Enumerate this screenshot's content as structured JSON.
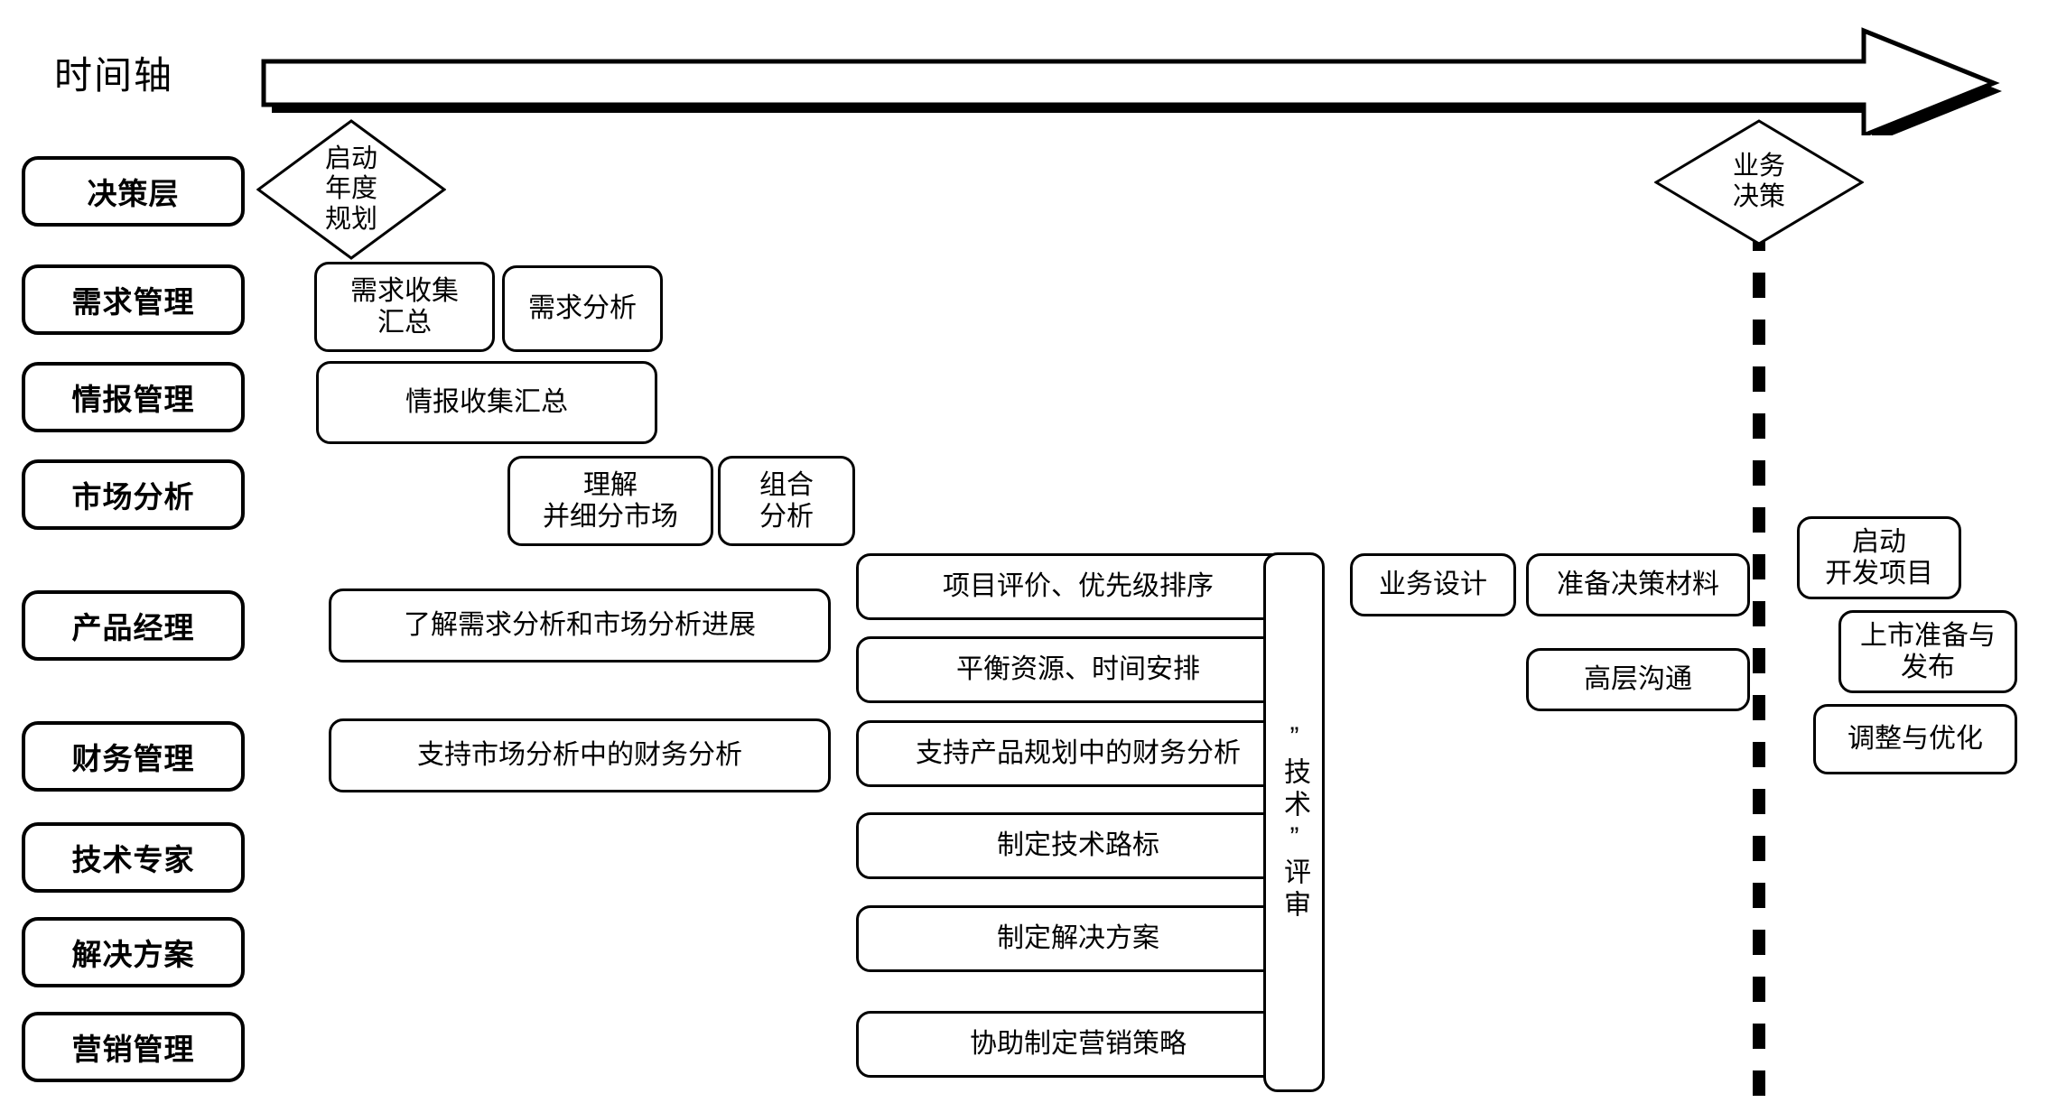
{
  "diagram": {
    "title_label": "时间轴",
    "timeline": {
      "arrow_name": "timeline-arrow-right"
    },
    "lanes": [
      {
        "id": "decision",
        "label": "决策层"
      },
      {
        "id": "demand",
        "label": "需求管理"
      },
      {
        "id": "intel",
        "label": "情报管理"
      },
      {
        "id": "market",
        "label": "市场分析"
      },
      {
        "id": "pm",
        "label": "产品经理"
      },
      {
        "id": "finance",
        "label": "财务管理"
      },
      {
        "id": "tech",
        "label": "技术专家"
      },
      {
        "id": "solution",
        "label": "解决方案"
      },
      {
        "id": "marketing",
        "label": "营销管理"
      }
    ],
    "milestones": [
      {
        "id": "annual-plan",
        "label": "启动\n年度\n规划"
      },
      {
        "id": "business-decision",
        "label": "业务\n决策"
      }
    ],
    "activities": {
      "demand_collect": "需求收集\n汇总",
      "demand_analysis": "需求分析",
      "intel_collect": "情报收集汇总",
      "understand_segment": "理解\n并细分市场",
      "portfolio_analysis": "组合\n分析",
      "know_progress": "了解需求分析和市场分析进展",
      "project_eval": "项目评价、优先级排序",
      "balance_resource": "平衡资源、时间安排",
      "finance_market": "支持市场分析中的财务分析",
      "finance_product": "支持产品规划中的财务分析",
      "tech_roadmap": "制定技术路标",
      "make_solution": "制定解决方案",
      "assist_marketing": "协助制定营销策略",
      "tech_review": "”技术”评审",
      "business_design": "业务设计",
      "prepare_material": "准备决策材料",
      "exec_comm": "高层沟通",
      "start_dev": "启动\n开发项目",
      "launch_prep": "上市准备与\n发布",
      "adjust_optimize": "调整与优化"
    },
    "colors": {
      "stroke": "#000000",
      "fill": "#ffffff",
      "shadow": "#000000"
    }
  }
}
